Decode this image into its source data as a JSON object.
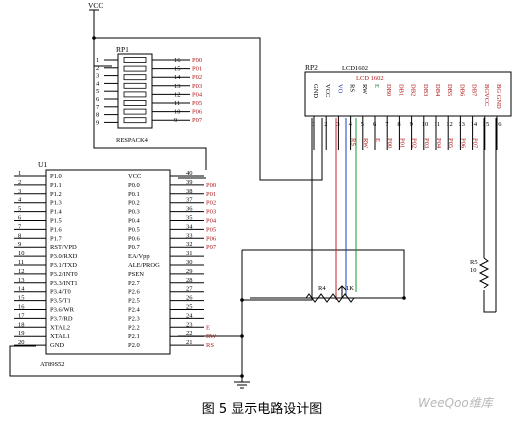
{
  "power": {
    "vcc_label": "VCC"
  },
  "rp1": {
    "ref": "RP1",
    "part": "RESPACK4",
    "left_pins": [
      "1",
      "2",
      "3",
      "4",
      "5",
      "6",
      "7",
      "8",
      "9"
    ],
    "right_pins": [
      "16",
      "15",
      "14",
      "13",
      "12",
      "11",
      "10",
      "9"
    ],
    "nets": [
      "P00",
      "P01",
      "P02",
      "P03",
      "P04",
      "P05",
      "P06",
      "P07"
    ]
  },
  "rp2": {
    "ref": "RP2",
    "part": "LCD1602",
    "display_label": "LCD 1602",
    "pin_names": [
      "GND",
      "VCC",
      "VO",
      "RS",
      "RW",
      "E",
      "DB0",
      "DB1",
      "DB2",
      "DB3",
      "DB4",
      "DB5",
      "DB6",
      "DB7",
      "BGVCC",
      "BG GND"
    ],
    "pin_numbers": [
      "1",
      "2",
      "3",
      "4",
      "5",
      "6",
      "7",
      "8",
      "9",
      "10",
      "11",
      "12",
      "13",
      "14",
      "15",
      "16"
    ],
    "net_labels": [
      "",
      "",
      "",
      "RS",
      "RW",
      "E",
      "P00",
      "P01",
      "P02",
      "P03",
      "P04",
      "P05",
      "P06",
      "P07",
      "",
      ""
    ]
  },
  "u1": {
    "ref": "U1",
    "part": "AT89S52",
    "left_pins": [
      {
        "num": "1",
        "name": "P1.0"
      },
      {
        "num": "2",
        "name": "P1.1"
      },
      {
        "num": "3",
        "name": "P1.2"
      },
      {
        "num": "4",
        "name": "P1.3"
      },
      {
        "num": "5",
        "name": "P1.4"
      },
      {
        "num": "6",
        "name": "P1.5"
      },
      {
        "num": "7",
        "name": "P1.6"
      },
      {
        "num": "8",
        "name": "P1.7"
      },
      {
        "num": "9",
        "name": "RST/VPD"
      },
      {
        "num": "10",
        "name": "P3.0/RXD"
      },
      {
        "num": "11",
        "name": "P3.1/TXD"
      },
      {
        "num": "12",
        "name": "P3.2/INT0"
      },
      {
        "num": "13",
        "name": "P3.3/INT1"
      },
      {
        "num": "14",
        "name": "P3.4/T0"
      },
      {
        "num": "15",
        "name": "P3.5/T1"
      },
      {
        "num": "16",
        "name": "P3.6/WR"
      },
      {
        "num": "17",
        "name": "P3.7/RD"
      },
      {
        "num": "18",
        "name": "XTAL2"
      },
      {
        "num": "19",
        "name": "XTAL1"
      },
      {
        "num": "20",
        "name": "GND"
      }
    ],
    "right_pins": [
      {
        "num": "40",
        "name": "VCC",
        "net": ""
      },
      {
        "num": "39",
        "name": "P0.0",
        "net": "P00"
      },
      {
        "num": "38",
        "name": "P0.1",
        "net": "P01"
      },
      {
        "num": "37",
        "name": "P0.2",
        "net": "P02"
      },
      {
        "num": "36",
        "name": "P0.3",
        "net": "P03"
      },
      {
        "num": "35",
        "name": "P0.4",
        "net": "P04"
      },
      {
        "num": "34",
        "name": "P0.5",
        "net": "P05"
      },
      {
        "num": "33",
        "name": "P0.6",
        "net": "P06"
      },
      {
        "num": "32",
        "name": "P0.7",
        "net": "P07"
      },
      {
        "num": "31",
        "name": "EA/Vpp",
        "net": ""
      },
      {
        "num": "30",
        "name": "ALE/PROG",
        "net": ""
      },
      {
        "num": "29",
        "name": "PSEN",
        "net": ""
      },
      {
        "num": "28",
        "name": "P2.7",
        "net": ""
      },
      {
        "num": "27",
        "name": "P2.6",
        "net": ""
      },
      {
        "num": "26",
        "name": "P2.5",
        "net": ""
      },
      {
        "num": "25",
        "name": "P2.4",
        "net": ""
      },
      {
        "num": "24",
        "name": "P2.3",
        "net": ""
      },
      {
        "num": "23",
        "name": "P2.2",
        "net": "E"
      },
      {
        "num": "22",
        "name": "P2.1",
        "net": "RW"
      },
      {
        "num": "21",
        "name": "P2.0",
        "net": "RS"
      }
    ]
  },
  "r4": {
    "ref": "R4",
    "value": "1K"
  },
  "r5": {
    "ref": "R5",
    "value": "10"
  },
  "caption": "图 5  显示电路设计图",
  "watermark": "WeeQoo维库"
}
